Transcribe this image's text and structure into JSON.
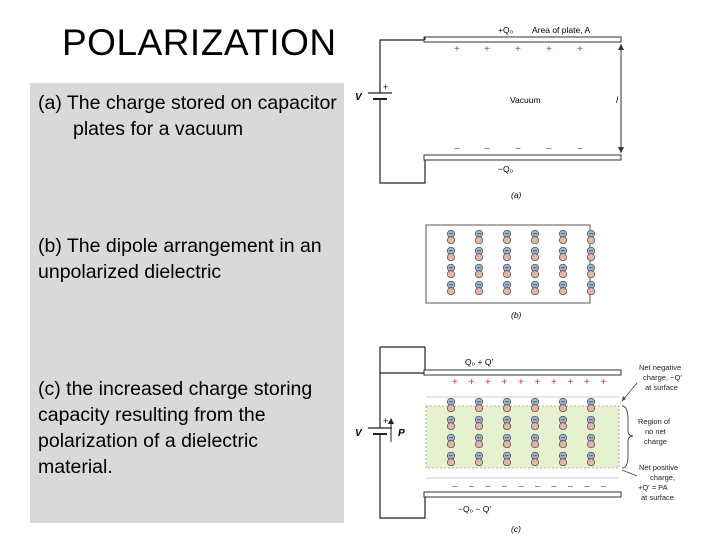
{
  "title": "POLARIZATION",
  "items": {
    "a": "(a)  The charge stored on capacitor plates for a vacuum",
    "b": "(b) The dipole arrangement in an unpolarized dielectric",
    "c": "(c) the increased charge storing capacity resulting from the polarization of a dielectric material."
  },
  "figure_a": {
    "top_charge": "+Q₀",
    "plate_area": "Area of plate, A",
    "voltage": "V",
    "medium": "Vacuum",
    "separation": "l",
    "bottom_charge": "−Q₀",
    "caption": "(a)"
  },
  "figure_b": {
    "caption": "(b)"
  },
  "figure_c": {
    "top_charge": "Q₀ + Q′",
    "voltage": "V",
    "polarization": "P",
    "bottom_charge": "−Q₀ − Q′",
    "caption": "(c)",
    "note_negative": [
      "Net negative",
      "charge, −Q′",
      "at surface"
    ],
    "note_region": [
      "Region of",
      "no net",
      "charge"
    ],
    "note_positive": [
      "Net positive",
      "charge,",
      "+Q′ = PA",
      "at surface"
    ]
  },
  "colors": {
    "panel": "#d9d9d9",
    "plus_sign": "#cc3333",
    "dipole_neg": "#9fb7d6",
    "dipole_pos": "#e8b4a8",
    "dielectric": "#e6f1d0"
  }
}
